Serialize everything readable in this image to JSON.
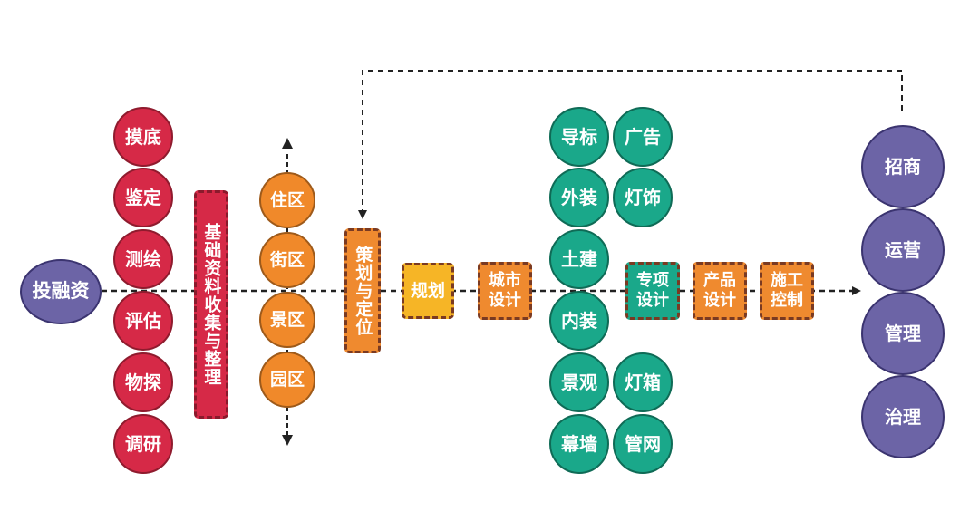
{
  "start": "投融资",
  "survey": [
    "摸底",
    "鉴定",
    "测绘",
    "评估",
    "物探",
    "调研"
  ],
  "collect": "基础资料收集与整理",
  "zones": [
    "住区",
    "街区",
    "景区",
    "园区"
  ],
  "strategy": "策划与定位",
  "plan": "规划",
  "urban": "城市\n设计",
  "design_left": [
    "导标",
    "外装",
    "土建",
    "内装",
    "景观",
    "幕墙"
  ],
  "design_right": [
    "广告",
    "灯饰",
    "灯箱",
    "管网"
  ],
  "special": "专项\n设计",
  "product": "产品\n设计",
  "construction": "施工\n控制",
  "ops": [
    "招商",
    "运营",
    "管理",
    "治理"
  ],
  "colors": {
    "survey": "#d62947",
    "zones": "#f0892a",
    "design": "#1aa88a",
    "ops": "#6c64a6",
    "plan": "#f6b526",
    "line": "#222222"
  }
}
